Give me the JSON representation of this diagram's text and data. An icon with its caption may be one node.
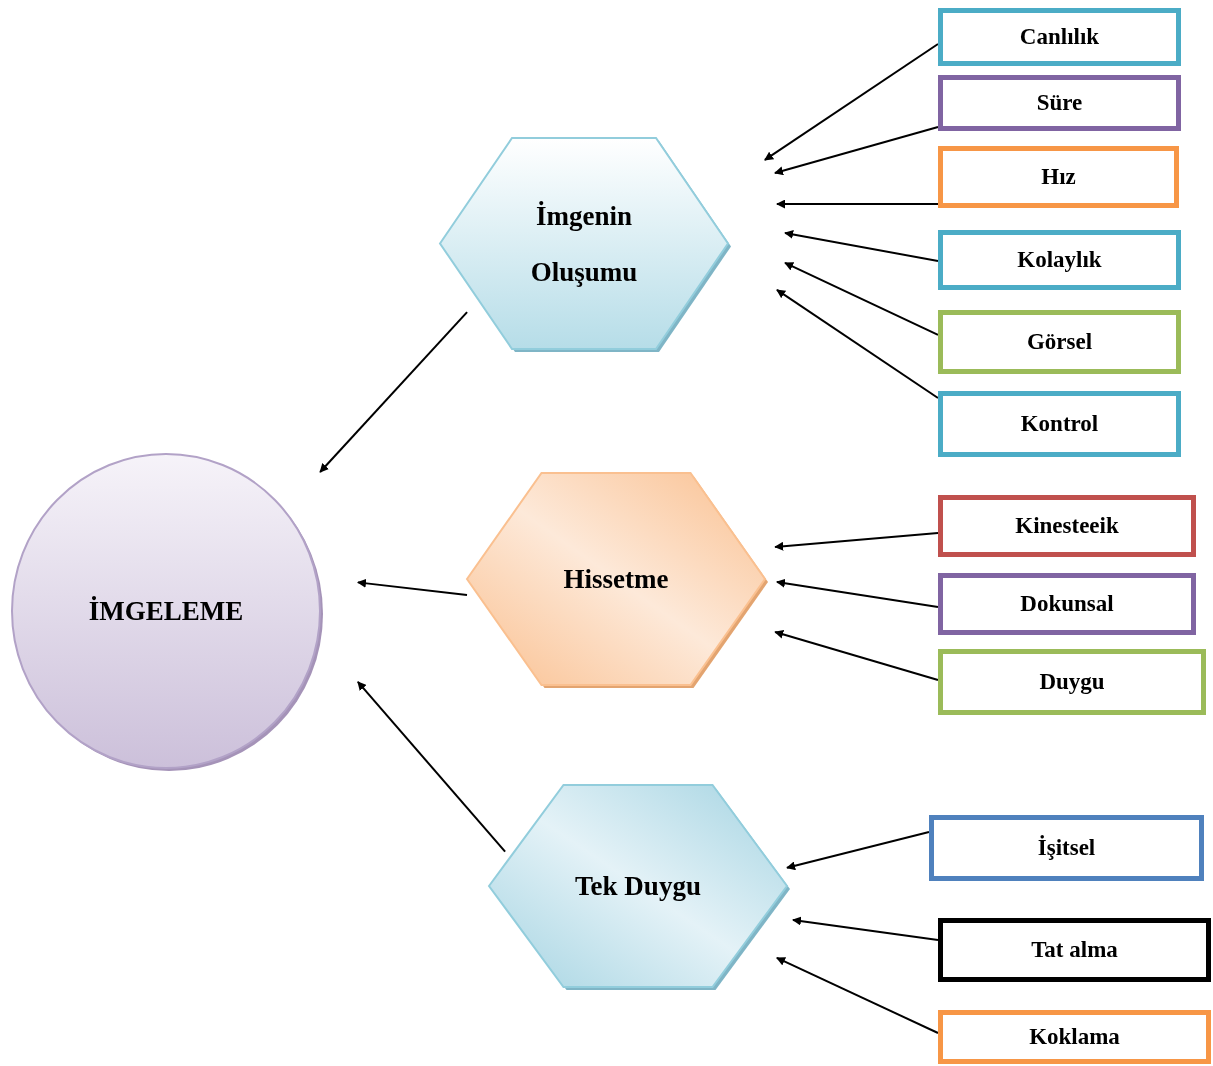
{
  "diagram": {
    "nodes": [
      {
        "text": [
          "İMGELEME"
        ]
      },
      {
        "text": [
          "İmgenin Oluşumu"
        ]
      },
      {
        "text": [
          "Hissetme"
        ]
      },
      {
        "text": [
          "Tek Duygu"
        ]
      },
      {
        "text": [
          "Canlılık"
        ]
      },
      {
        "text": [
          "Süre"
        ]
      },
      {
        "text": [
          "Hız"
        ]
      },
      {
        "text": [
          "Kolaylık"
        ]
      },
      {
        "text": [
          "Görsel"
        ]
      },
      {
        "text": [
          "Kontrol"
        ]
      },
      {
        "text": [
          "Kinesteeik"
        ]
      },
      {
        "text": [
          "Dokunsal"
        ]
      },
      {
        "text": [
          "Duygu"
        ]
      },
      {
        "text": [
          "İşitsel"
        ]
      },
      {
        "text": [
          "Tat alma"
        ]
      },
      {
        "text": [
          "Koklama"
        ]
      }
    ],
    "edges": [
      {
        "from": 1,
        "to": 0,
        "arrow": "to"
      },
      {
        "from": 2,
        "to": 0,
        "arrow": "to"
      },
      {
        "from": 3,
        "to": 0,
        "arrow": "to"
      },
      {
        "from": 4,
        "to": 1,
        "arrow": "to"
      },
      {
        "from": 5,
        "to": 1,
        "arrow": "to"
      },
      {
        "from": 6,
        "to": 1,
        "arrow": "to"
      },
      {
        "from": 7,
        "to": 1,
        "arrow": "to"
      },
      {
        "from": 8,
        "to": 1,
        "arrow": "to"
      },
      {
        "from": 9,
        "to": 1,
        "arrow": "to"
      },
      {
        "from": 10,
        "to": 2,
        "arrow": "to"
      },
      {
        "from": 11,
        "to": 2,
        "arrow": "to"
      },
      {
        "from": 12,
        "to": 2,
        "arrow": "to"
      },
      {
        "from": 13,
        "to": 3,
        "arrow": "to"
      },
      {
        "from": 14,
        "to": 3,
        "arrow": "to"
      },
      {
        "from": 15,
        "to": 3,
        "arrow": "to"
      }
    ]
  }
}
